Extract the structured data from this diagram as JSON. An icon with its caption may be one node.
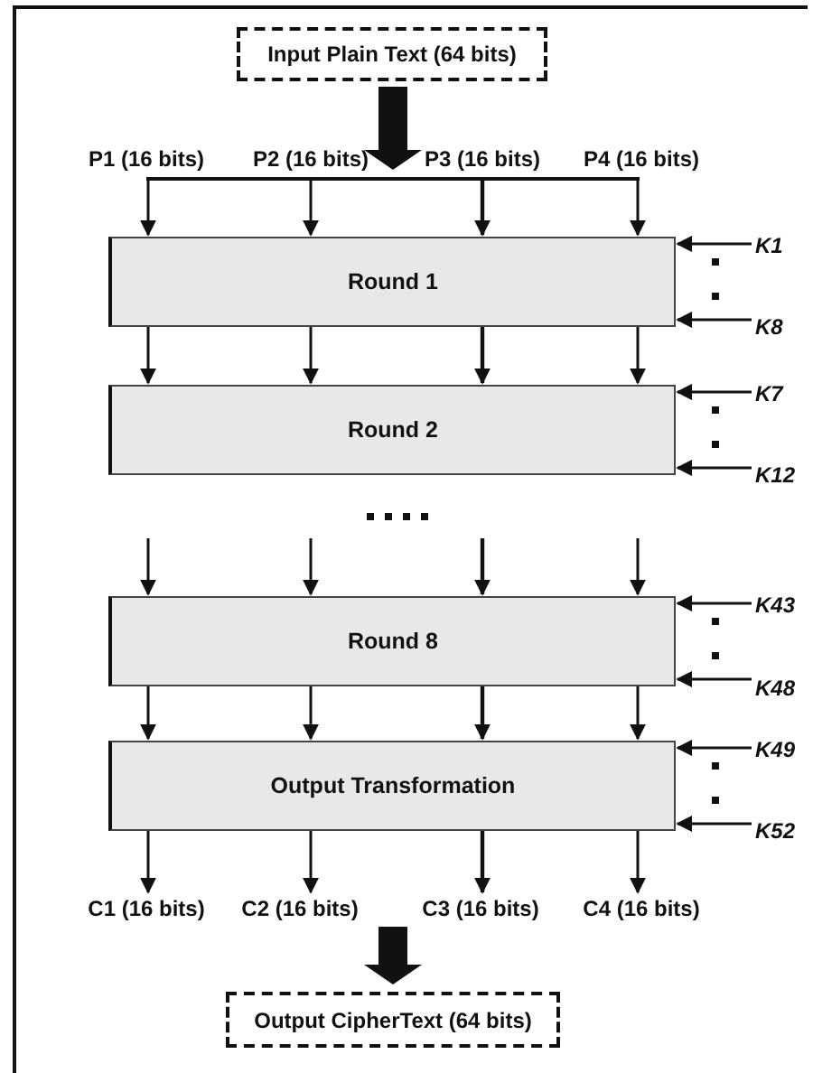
{
  "diagram": {
    "nodes": [
      {
        "text": [
          "Input Plain Text (64 bits)"
        ]
      },
      {
        "text": [],
        "shape": "bar"
      },
      {
        "text": [
          "Round 1"
        ]
      },
      {
        "text": [
          "Round 2"
        ]
      },
      {
        "text": [
          "Round 8"
        ]
      },
      {
        "text": [
          "Output Transformation"
        ]
      },
      {
        "text": [
          "C1 (16 bits)"
        ]
      },
      {
        "text": [
          "C2 (16 bits)"
        ]
      },
      {
        "text": [
          "C3 (16 bits)"
        ]
      },
      {
        "text": [
          "C4 (16 bits)"
        ]
      },
      {
        "text": [
          "Output CipherText (64 bits)"
        ]
      },
      {
        "text": [
          "K1"
        ]
      },
      {
        "text": [
          "K8"
        ]
      },
      {
        "text": [
          "K7"
        ]
      },
      {
        "text": [
          "K12"
        ]
      },
      {
        "text": [
          "K43"
        ]
      },
      {
        "text": [
          "K48"
        ]
      },
      {
        "text": [
          "K49"
        ]
      },
      {
        "text": [
          "K52"
        ]
      }
    ],
    "edges": [
      {
        "from": 0,
        "to": 1,
        "arrow": "to",
        "style": "thick"
      },
      {
        "from": 1,
        "to": 2,
        "arrow": "to"
      },
      {
        "from": 1,
        "to": 2,
        "arrow": "to"
      },
      {
        "from": 1,
        "to": 2,
        "arrow": "to"
      },
      {
        "from": 1,
        "to": 2,
        "arrow": "to"
      },
      {
        "from": 11,
        "to": 2,
        "arrow": "to"
      },
      {
        "from": 12,
        "to": 2,
        "arrow": "to"
      },
      {
        "from": 2,
        "to": 3,
        "arrow": "to"
      },
      {
        "from": 2,
        "to": 3,
        "arrow": "to"
      },
      {
        "from": 2,
        "to": 3,
        "arrow": "to"
      },
      {
        "from": 2,
        "to": 3,
        "arrow": "to"
      },
      {
        "from": 13,
        "to": 3,
        "arrow": "to"
      },
      {
        "from": 14,
        "to": 3,
        "arrow": "to"
      },
      {
        "from": null,
        "to": 4,
        "arrow": "to"
      },
      {
        "from": null,
        "to": 4,
        "arrow": "to"
      },
      {
        "from": null,
        "to": 4,
        "arrow": "to"
      },
      {
        "from": null,
        "to": 4,
        "arrow": "to"
      },
      {
        "from": 15,
        "to": 4,
        "arrow": "to"
      },
      {
        "from": 16,
        "to": 4,
        "arrow": "to"
      },
      {
        "from": 4,
        "to": 5,
        "arrow": "to"
      },
      {
        "from": 4,
        "to": 5,
        "arrow": "to"
      },
      {
        "from": 4,
        "to": 5,
        "arrow": "to"
      },
      {
        "from": 4,
        "to": 5,
        "arrow": "to"
      },
      {
        "from": 17,
        "to": 5,
        "arrow": "to"
      },
      {
        "from": 18,
        "to": 5,
        "arrow": "to"
      },
      {
        "from": 5,
        "to": 6,
        "arrow": "to"
      },
      {
        "from": 5,
        "to": 7,
        "arrow": "to"
      },
      {
        "from": 5,
        "to": 8,
        "arrow": "to"
      },
      {
        "from": 5,
        "to": 9,
        "arrow": "to"
      },
      {
        "from": 8,
        "to": 10,
        "arrow": "to",
        "style": "thick"
      }
    ],
    "labels": [
      "P1 (16 bits)",
      "P2 (16 bits)",
      "P3 (16 bits)",
      "P4 (16 bits)"
    ]
  }
}
